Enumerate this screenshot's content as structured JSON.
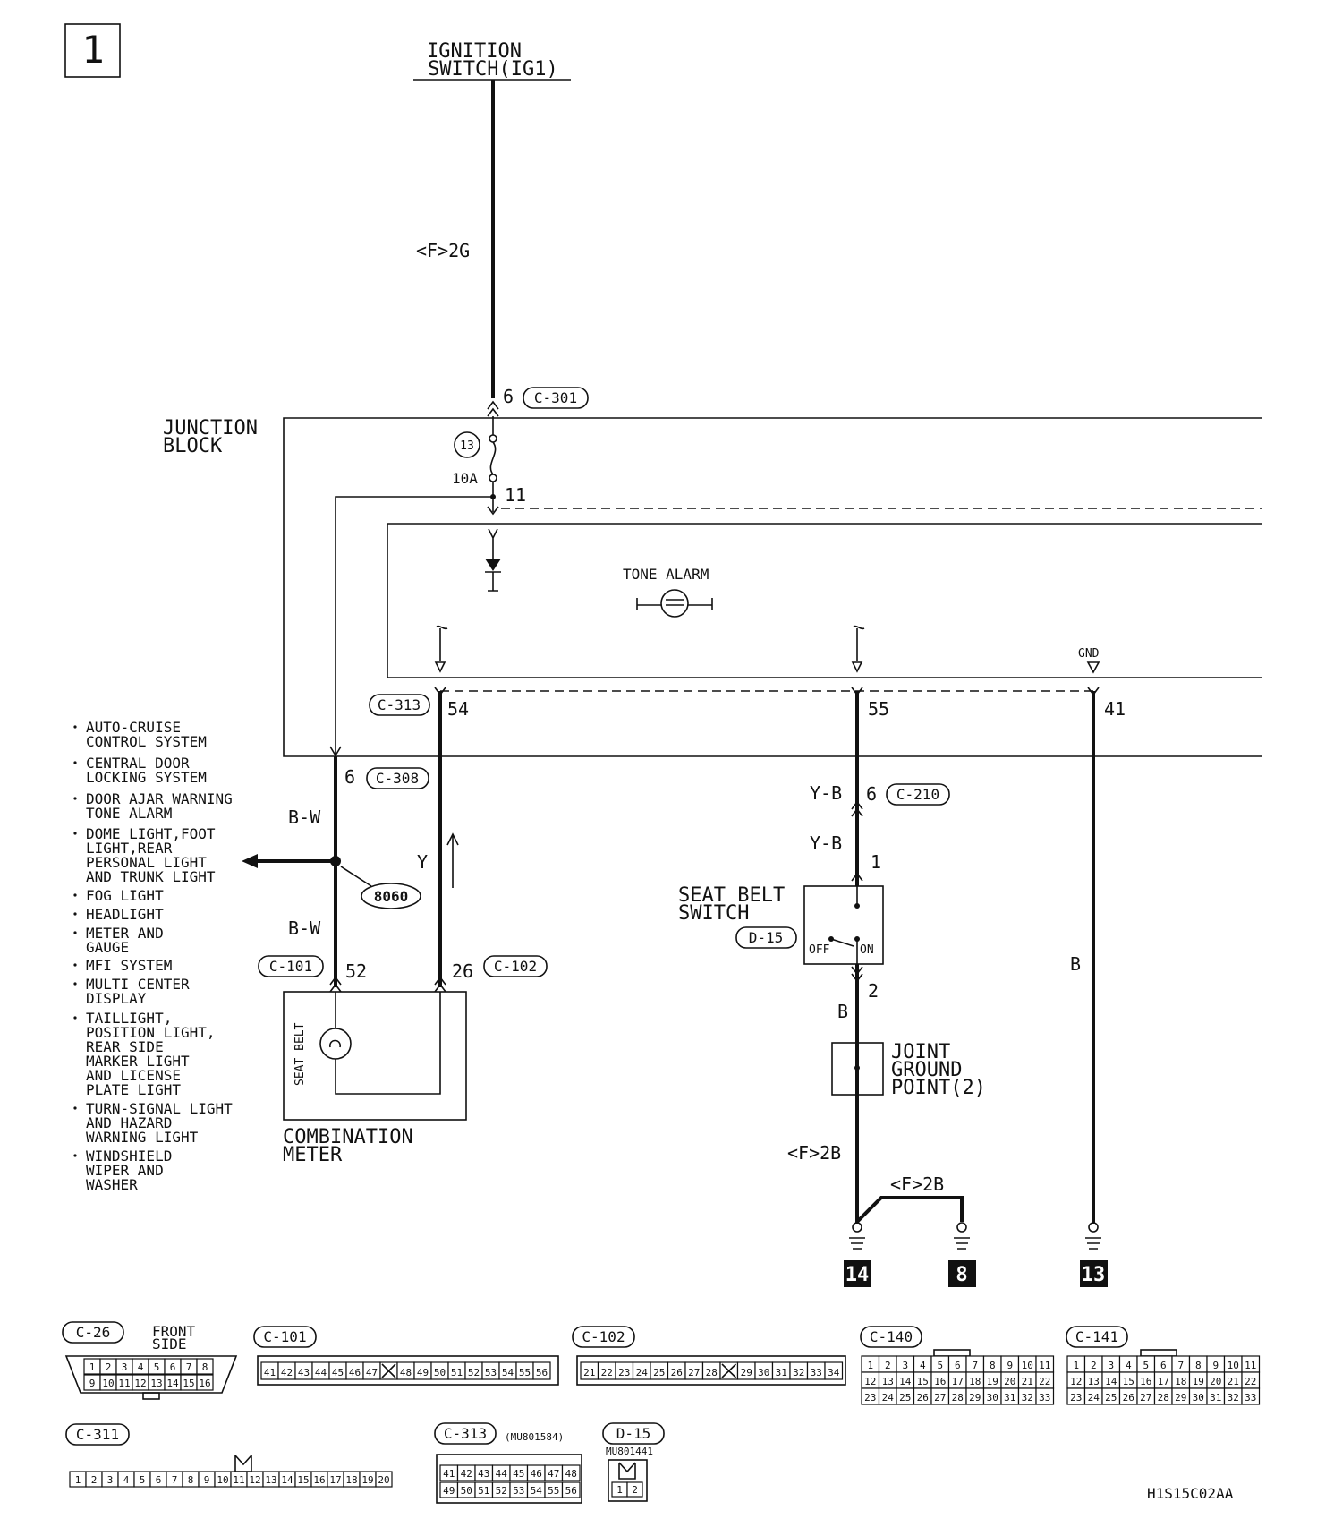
{
  "page_number": "1",
  "power_source": {
    "line1": "IGNITION",
    "line2": "SWITCH(IG1)"
  },
  "wire_labels": {
    "ig_wire": "<F>2G",
    "bw_upper": "B-W",
    "bw_lower": "B-W",
    "y_wire": "Y",
    "yb_upper": "Y-B",
    "yb_lower": "Y-B",
    "b_switch": "B",
    "b_right": "B",
    "ground_wire_1": "<F>2B",
    "ground_wire_2": "<F>2B"
  },
  "pins": {
    "c301": "6",
    "junction_11": "11",
    "c313_54": "54",
    "c313_55": "55",
    "c313_41": "41",
    "c308": "6",
    "c210": "6",
    "sw_1": "1",
    "sw_2": "2",
    "c101": "52",
    "c102": "26"
  },
  "connector_tags": {
    "c301": "C-301",
    "c313": "C-313",
    "c308": "C-308",
    "c210": "C-210",
    "d15": "D-15",
    "c101": "C-101",
    "c102": "C-102"
  },
  "junction_block": {
    "line1": "JUNCTION",
    "line2": "BLOCK"
  },
  "fuse": {
    "number": "13",
    "rating": "10A"
  },
  "tone_alarm": "TONE ALARM",
  "gnd_label": "GND",
  "splice": "8060",
  "seat_belt_switch": {
    "line1": "SEAT BELT",
    "line2": "SWITCH",
    "off": "OFF",
    "on": "ON"
  },
  "joint_ground": {
    "line1": "JOINT",
    "line2": "GROUND",
    "line3": "POINT(2)"
  },
  "combination_meter": {
    "line1": "COMBINATION",
    "line2": "METER",
    "lamp": "SEAT BELT"
  },
  "ground_points": [
    "14",
    "8",
    "13"
  ],
  "related_systems": [
    [
      "AUTO-CRUISE",
      "CONTROL SYSTEM"
    ],
    [
      "CENTRAL DOOR",
      "LOCKING SYSTEM"
    ],
    [
      "DOOR AJAR WARNING",
      "TONE ALARM"
    ],
    [
      "DOME LIGHT,FOOT",
      "LIGHT,REAR",
      "PERSONAL LIGHT",
      "AND TRUNK LIGHT"
    ],
    [
      "FOG LIGHT"
    ],
    [
      "HEADLIGHT"
    ],
    [
      "METER AND",
      "GAUGE"
    ],
    [
      "MFI SYSTEM"
    ],
    [
      "MULTI CENTER",
      "DISPLAY"
    ],
    [
      "TAILLIGHT,",
      "POSITION LIGHT,",
      "REAR SIDE",
      "MARKER LIGHT",
      "AND LICENSE",
      "PLATE LIGHT"
    ],
    [
      "TURN-SIGNAL LIGHT",
      "AND HAZARD",
      "WARNING LIGHT"
    ],
    [
      "WINDSHIELD",
      "WIPER AND",
      "WASHER"
    ]
  ],
  "connectors": {
    "c26": {
      "tag": "C-26",
      "note": [
        "FRONT",
        "SIDE"
      ],
      "row1": [
        "1",
        "2",
        "3",
        "4",
        "5",
        "6",
        "7",
        "8"
      ],
      "row2": [
        "9",
        "10",
        "11",
        "12",
        "13",
        "14",
        "15",
        "16"
      ]
    },
    "c101": {
      "tag": "C-101",
      "row1": [
        "41",
        "42",
        "43",
        "44",
        "45",
        "46",
        "47",
        "X",
        "48",
        "49",
        "50",
        "51",
        "52",
        "53",
        "54",
        "55",
        "56"
      ]
    },
    "c102": {
      "tag": "C-102",
      "row1": [
        "21",
        "22",
        "23",
        "24",
        "25",
        "26",
        "27",
        "28",
        "X",
        "29",
        "30",
        "31",
        "32",
        "33",
        "34"
      ]
    },
    "c140": {
      "tag": "C-140",
      "row1": [
        "1",
        "2",
        "3",
        "4",
        "5",
        "6",
        "7",
        "8",
        "9",
        "10",
        "11"
      ],
      "row2": [
        "12",
        "13",
        "14",
        "15",
        "16",
        "17",
        "18",
        "19",
        "20",
        "21",
        "22"
      ],
      "row3": [
        "23",
        "24",
        "25",
        "26",
        "27",
        "28",
        "29",
        "30",
        "31",
        "32",
        "33"
      ]
    },
    "c141": {
      "tag": "C-141",
      "row1": [
        "1",
        "2",
        "3",
        "4",
        "5",
        "6",
        "7",
        "8",
        "9",
        "10",
        "11"
      ],
      "row2": [
        "12",
        "13",
        "14",
        "15",
        "16",
        "17",
        "18",
        "19",
        "20",
        "21",
        "22"
      ],
      "row3": [
        "23",
        "24",
        "25",
        "26",
        "27",
        "28",
        "29",
        "30",
        "31",
        "32",
        "33"
      ]
    },
    "c311": {
      "tag": "C-311",
      "row1": [
        "1",
        "2",
        "3",
        "4",
        "5",
        "6",
        "7",
        "8",
        "9",
        "10",
        "11",
        "12",
        "13",
        "14",
        "15",
        "16",
        "17",
        "18",
        "19",
        "20"
      ]
    },
    "c313": {
      "tag": "C-313",
      "part": "(MU801584)",
      "row1": [
        "41",
        "42",
        "43",
        "44",
        "45",
        "46",
        "47",
        "48"
      ],
      "row2": [
        "49",
        "50",
        "51",
        "52",
        "53",
        "54",
        "55",
        "56"
      ]
    },
    "d15": {
      "tag": "D-15",
      "part": "MU801441",
      "row1": [
        "1",
        "2"
      ]
    }
  },
  "figure_code": "H1S15C02AA"
}
